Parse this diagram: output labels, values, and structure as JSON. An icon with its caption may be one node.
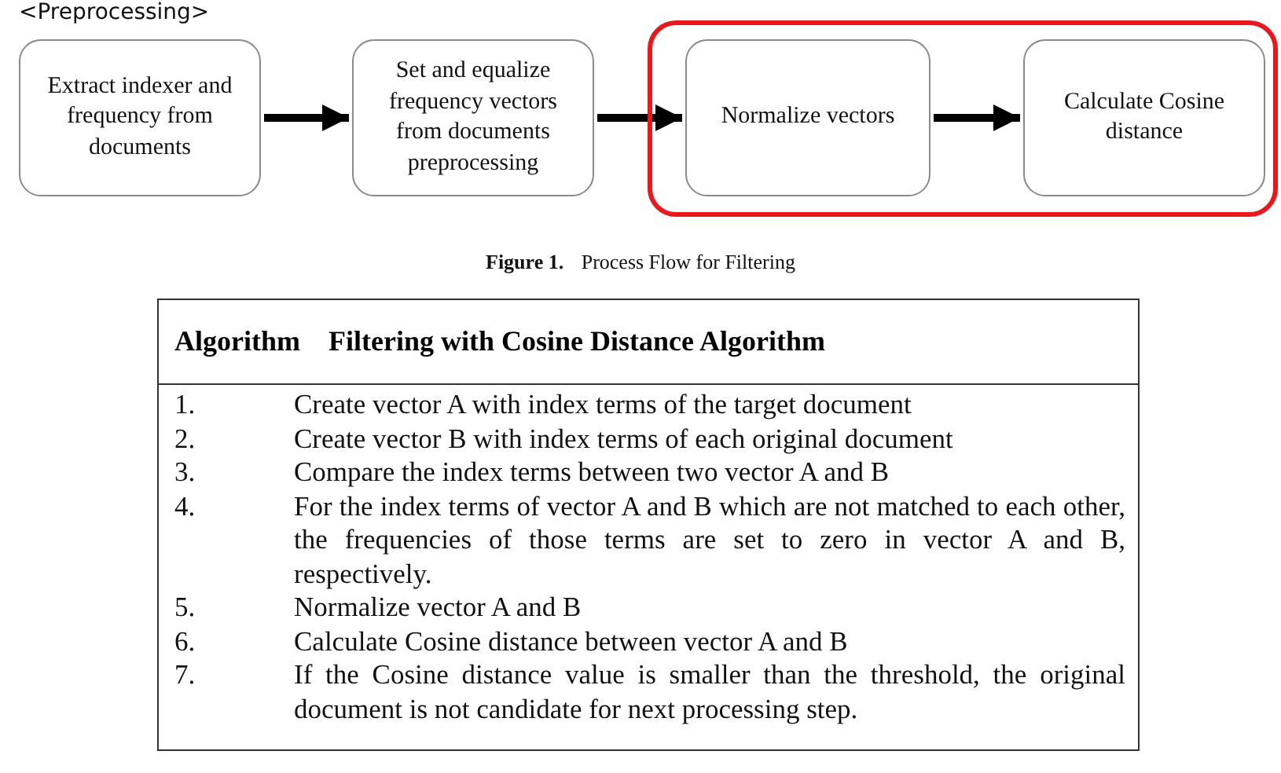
{
  "diagram": {
    "caption": "**Figure 1.** Process Flow for Filtering",
    "nodes": [
      {
        "text": [
          "Extract indexer and frequency from documents"
        ]
      },
      {
        "text": [
          "Set and equalize frequency vectors from documents preprocessing"
        ]
      },
      {
        "text": [],
        "shape": "box"
      },
      {
        "text": [
          "Normalize vectors"
        ],
        "in": 2
      },
      {
        "text": [
          "Calculate Cosine distance"
        ],
        "in": 2
      }
    ],
    "edges": [
      {
        "from": 0,
        "to": 1,
        "arrow": "to"
      },
      {
        "from": 1,
        "to": 3,
        "arrow": "to"
      },
      {
        "from": 3,
        "to": 4,
        "arrow": "to"
      }
    ],
    "labels": [
      "<Preprocessing>",
      "Algorithm",
      "Filtering with Cosine Distance Algorithm",
      "1.",
      "Create vector A with index terms of the target document",
      "2.",
      "Create vector B with index terms of each original document",
      "3.",
      "Compare the index terms between two vector A and B",
      "4.",
      "For the index terms of vector A and B which are not matched to each other, the frequencies of those terms are set to zero in vector A and B, respectively.",
      "5.",
      "Normalize vector A and B",
      "6.",
      "Calculate Cosine distance between vector A and B",
      "7.",
      "If the Cosine distance value is smaller than the threshold, the original document is not candidate for next processing step."
    ]
  }
}
